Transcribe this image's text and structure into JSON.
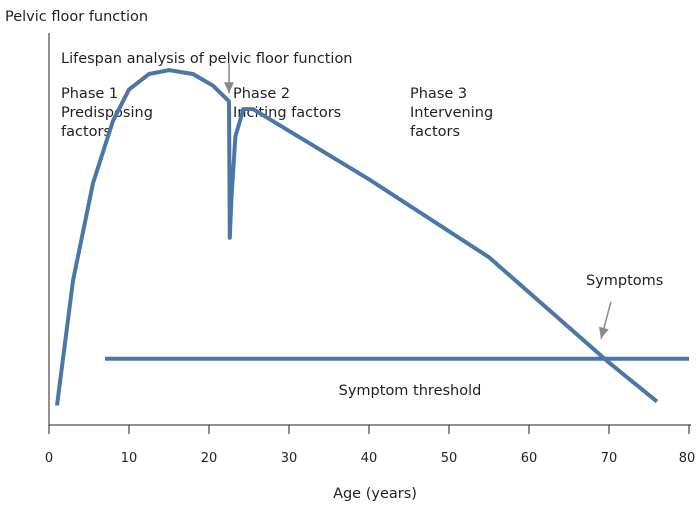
{
  "chart_data": {
    "type": "line",
    "ylabel": "Pelvic floor function",
    "xlabel": "Age (years)",
    "subtitle": "Lifespan analysis of pelvic floor function",
    "xlim": [
      0,
      80
    ],
    "ylim": [
      0,
      100
    ],
    "x_ticks": [
      "0",
      "10",
      "20",
      "30",
      "40",
      "50",
      "60",
      "70",
      "80"
    ],
    "phases": [
      {
        "title": "Phase 1",
        "lines": [
          "Predisposing",
          "factors"
        ]
      },
      {
        "title": "Phase 2",
        "lines": [
          "Inciting factors"
        ]
      },
      {
        "title": "Phase 3",
        "lines": [
          "Intervening",
          "factors"
        ]
      }
    ],
    "series": [
      {
        "values": [
          {
            "x": 1.0,
            "y": 5
          },
          {
            "x": 3.0,
            "y": 37
          },
          {
            "x": 5.5,
            "y": 62
          },
          {
            "x": 8.0,
            "y": 78
          },
          {
            "x": 10.0,
            "y": 86
          },
          {
            "x": 12.5,
            "y": 90
          },
          {
            "x": 15.0,
            "y": 91
          },
          {
            "x": 18.0,
            "y": 90
          },
          {
            "x": 20.5,
            "y": 87
          },
          {
            "x": 22.5,
            "y": 83
          },
          {
            "x": 22.6,
            "y": 48
          },
          {
            "x": 22.8,
            "y": 58
          },
          {
            "x": 23.3,
            "y": 74
          },
          {
            "x": 24.3,
            "y": 81
          },
          {
            "x": 25.5,
            "y": 81
          },
          {
            "x": 40,
            "y": 63
          },
          {
            "x": 55,
            "y": 43
          },
          {
            "x": 70,
            "y": 16
          },
          {
            "x": 76,
            "y": 6
          }
        ]
      },
      {
        "name": "Symptom threshold",
        "values": [
          {
            "x": 7,
            "y": 17
          },
          {
            "x": 80,
            "y": 17
          }
        ]
      }
    ],
    "annotations": [
      {
        "text": "Symptoms",
        "x": 69,
        "y": 17
      }
    ],
    "event_markers": [
      {
        "x": 22.5,
        "y": 83
      }
    ],
    "colors": {
      "curve": "#4a77a8",
      "threshold": "#4a77a8",
      "axis": "#231f20",
      "arrow": "#8a8a8a"
    }
  }
}
